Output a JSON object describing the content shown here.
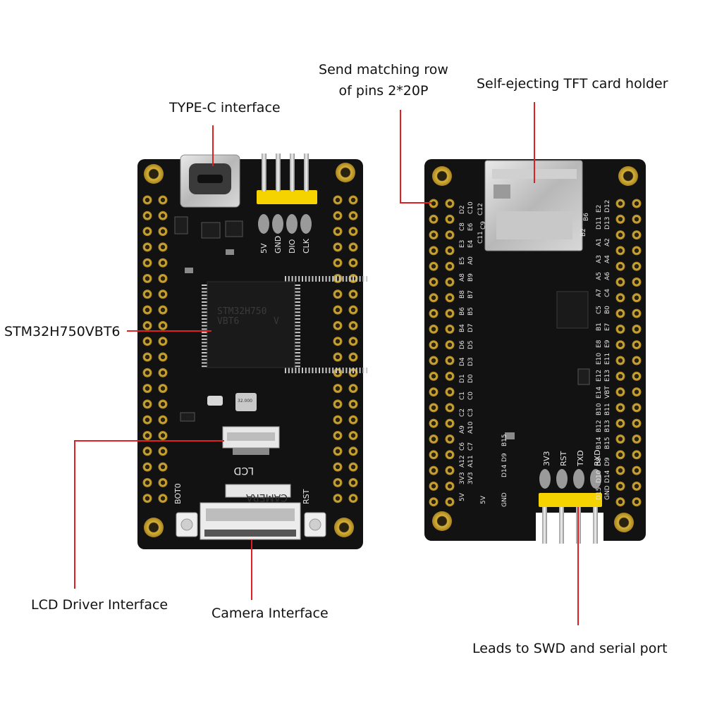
{
  "callouts": {
    "typec": "TYPE-C interface",
    "pins_line1": "Send matching row",
    "pins_line2": "of pins 2*20P",
    "tft": "Self-ejecting TFT card holder",
    "mcu": "STM32H750VBT6",
    "lcd": "LCD Driver Interface",
    "camera": "Camera Interface",
    "swd": "Leads to SWD and serial port"
  },
  "front": {
    "chip_line1": "STM32H750",
    "chip_line2": "VBT6",
    "chip_line3": "V",
    "swd_header_labels": [
      "5V",
      "GND",
      "DIO",
      "CLK"
    ],
    "lcd_label": "LCD",
    "camera_label": "CAMERA",
    "boot_label": "BOT0",
    "rst_label": "RST",
    "crystal_label": "32.000"
  },
  "back": {
    "uart_header_labels": [
      "3V3",
      "RST",
      "TXD",
      "RXD"
    ],
    "col_a": [
      "C12",
      "C9",
      "C11"
    ],
    "col_b": [
      "D2",
      "C10",
      "C8",
      "E6",
      "E3",
      "E4",
      "E5",
      "A0",
      "A8",
      "B9",
      "B8",
      "B7",
      "B6",
      "B5",
      "B4",
      "D7",
      "D6",
      "D5",
      "D4",
      "D3",
      "D1",
      "D0",
      "C1",
      "C0",
      "C2",
      "C3",
      "A9",
      "A10",
      "C6",
      "C7",
      "A12",
      "A11",
      "3V3",
      "3V3",
      "5V"
    ],
    "col_c": [
      "E2",
      "D12",
      "D11",
      "D13",
      "A1",
      "A2",
      "A3",
      "A4",
      "A5",
      "A6",
      "A7",
      "C4",
      "C5",
      "B0",
      "B1",
      "E7",
      "E8",
      "E9",
      "E10",
      "E11",
      "E12",
      "E13",
      "E14",
      "VBT",
      "B10",
      "B11",
      "B12",
      "B13",
      "B14",
      "B15",
      "D8",
      "D9",
      "D10",
      "D14",
      "D15",
      "GND"
    ],
    "bottom_labels": [
      "5V",
      "GND",
      "D14",
      "D9",
      "B15"
    ],
    "sd_labels": [
      "B2",
      "B6"
    ]
  },
  "colors": {
    "line": "#e02020",
    "pcb": "#141414",
    "gold": "#c9a227",
    "yellow": "#f5d300"
  }
}
